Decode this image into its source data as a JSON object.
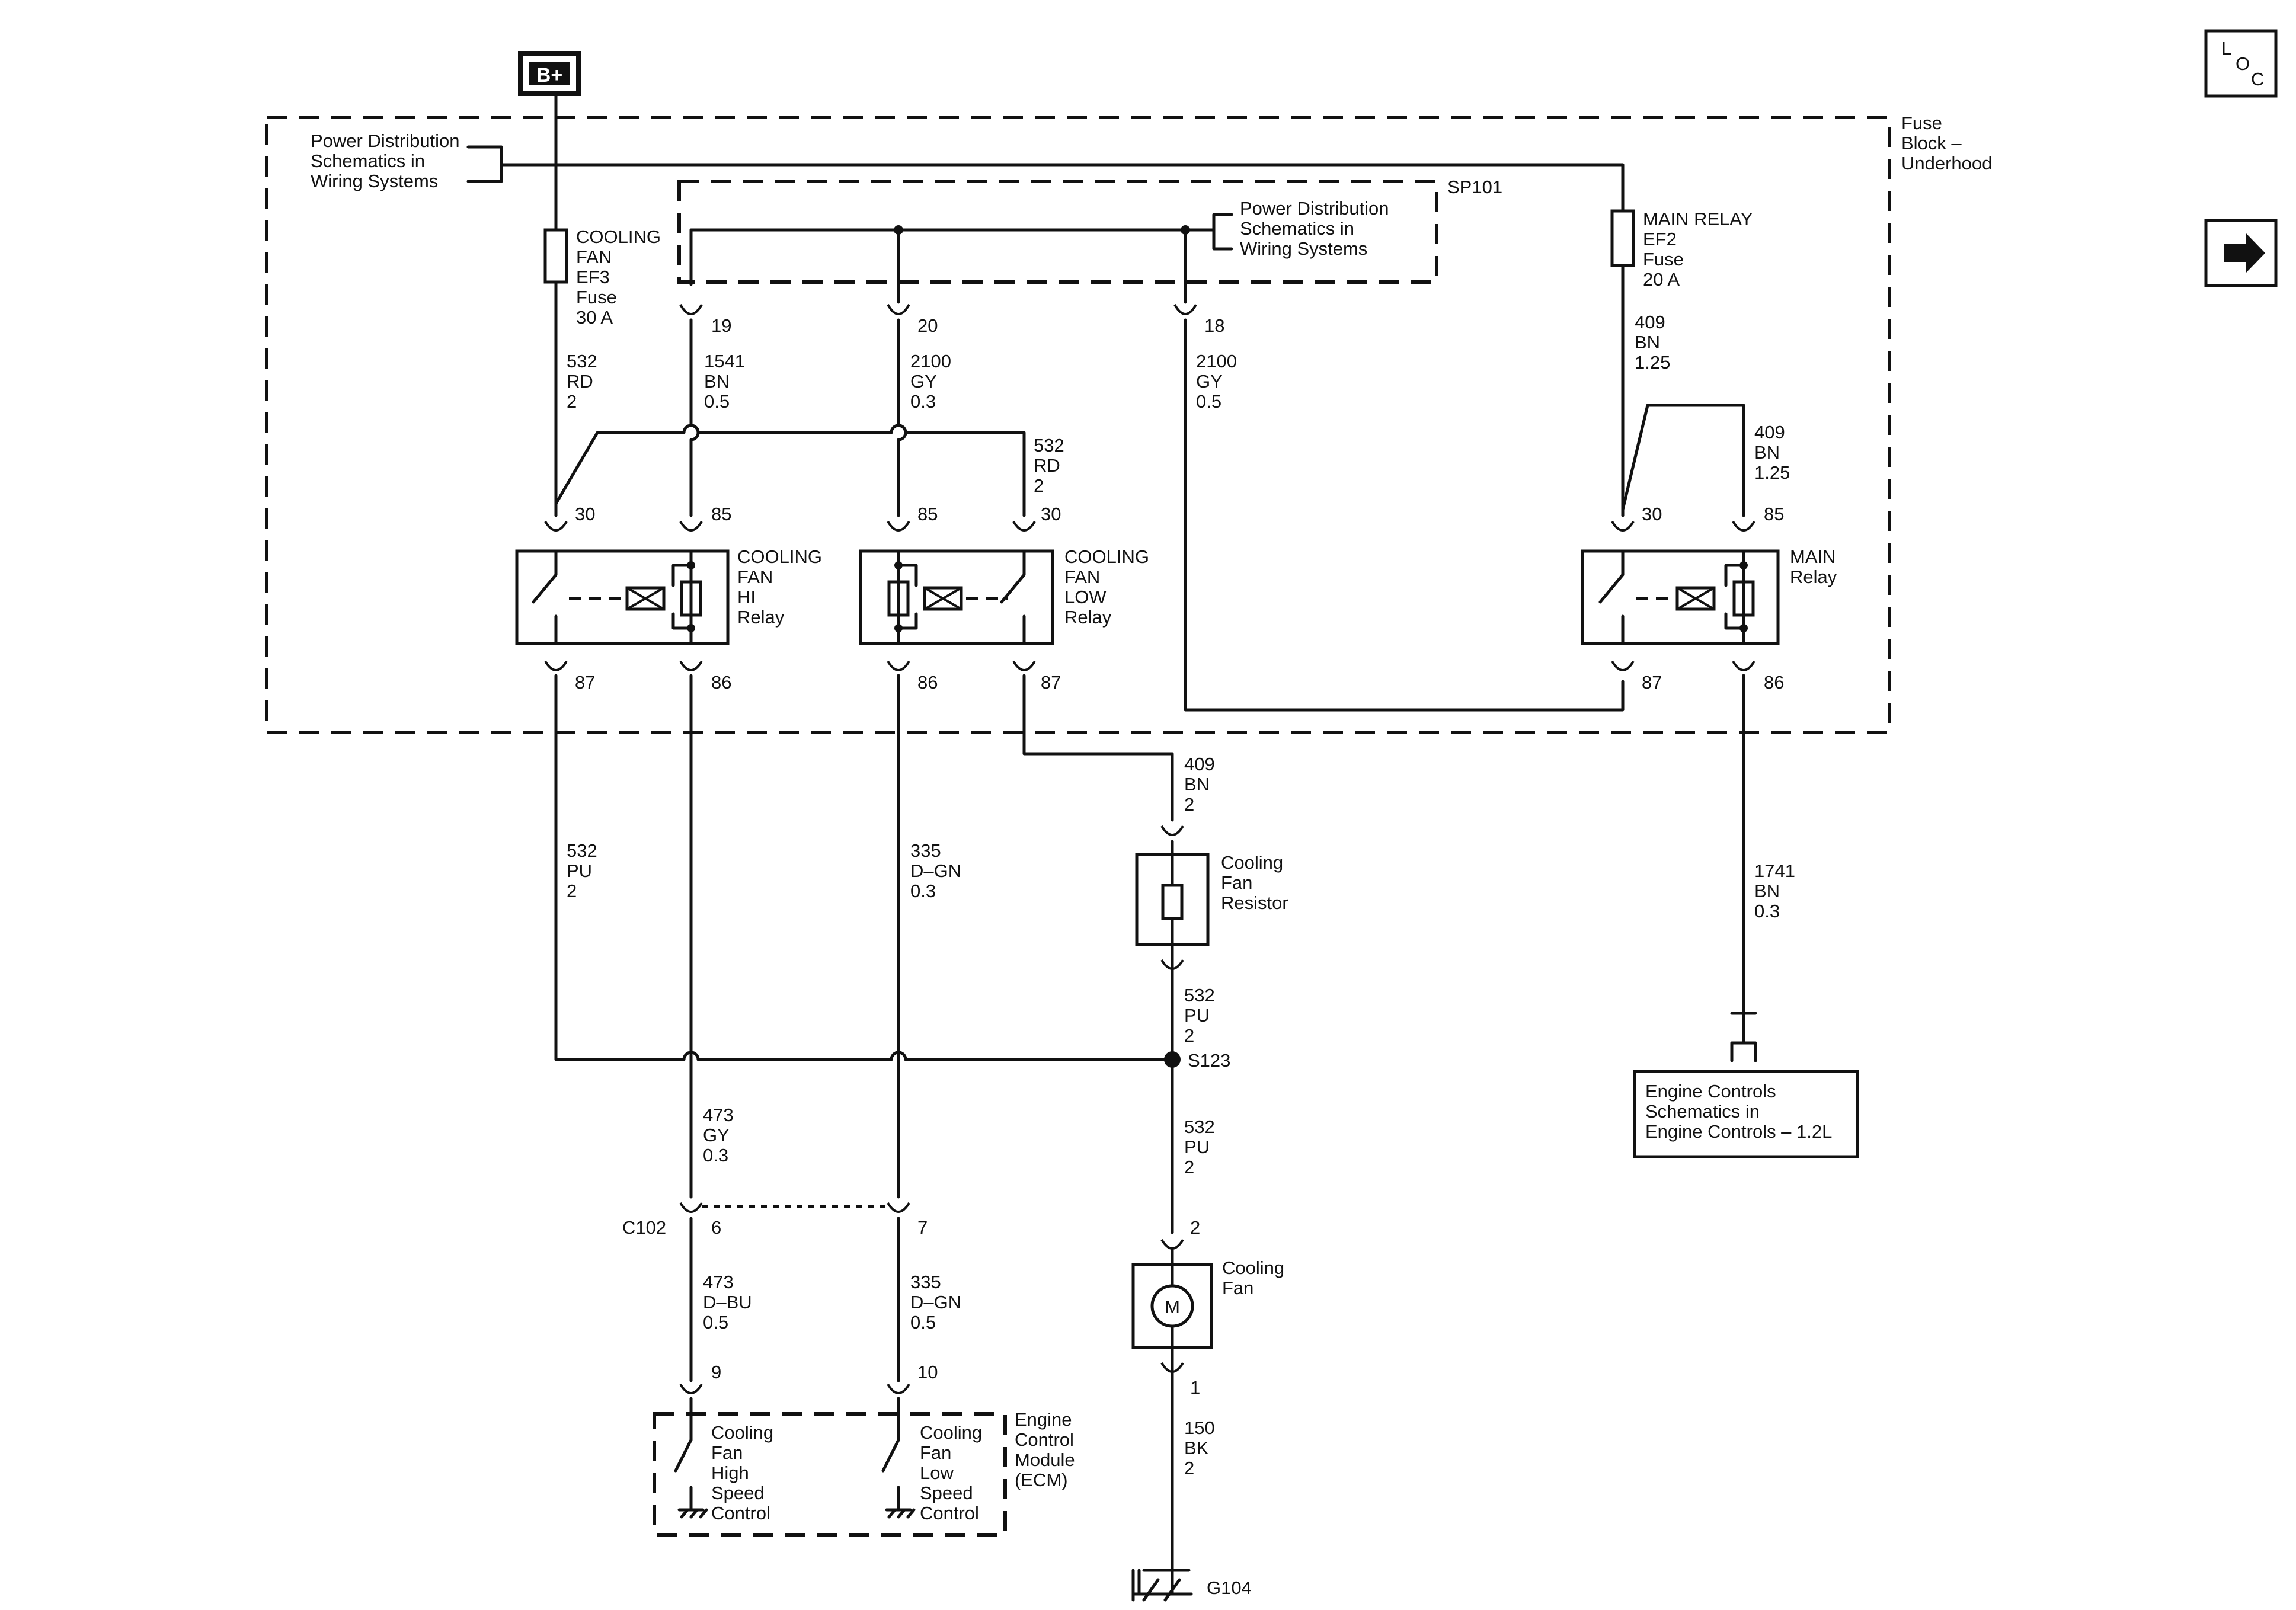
{
  "battery": {
    "label": "B+"
  },
  "nav": {
    "loc_letters": [
      "L",
      "O",
      "C"
    ],
    "next_icon": "arrow-right-icon"
  },
  "fuse_block": {
    "label": [
      "Fuse",
      "Block –",
      "Underhood"
    ]
  },
  "splice_pack": {
    "label": "SP101"
  },
  "ref_power_1": [
    "Power Distribution",
    "Schematics in",
    "Wiring Systems"
  ],
  "ref_power_2": [
    "Power Distribution",
    "Schematics in",
    "Wiring Systems"
  ],
  "fuse_ef3": [
    "COOLING",
    "FAN",
    "EF3",
    "Fuse",
    "30 A"
  ],
  "fuse_ef2": [
    "MAIN RELAY",
    "EF2",
    "Fuse",
    "20 A"
  ],
  "relay_hi": {
    "label": [
      "COOLING",
      "FAN",
      "HI",
      "Relay"
    ],
    "pins": [
      "30",
      "85",
      "87",
      "86"
    ]
  },
  "relay_low": {
    "label": [
      "COOLING",
      "FAN",
      "LOW",
      "Relay"
    ],
    "pins": [
      "85",
      "30",
      "86",
      "87"
    ]
  },
  "relay_main": {
    "label": [
      "MAIN",
      "Relay"
    ],
    "pins": [
      "30",
      "85",
      "87",
      "86"
    ]
  },
  "terminals": {
    "t19": "19",
    "t20": "20",
    "t18": "18"
  },
  "wires": {
    "w532_rd_2_a": [
      "532",
      "RD",
      "2"
    ],
    "w1541": [
      "1541",
      "BN",
      "0.5"
    ],
    "w2100_03": [
      "2100",
      "GY",
      "0.3"
    ],
    "w2100_05": [
      "2100",
      "GY",
      "0.5"
    ],
    "w409_a": [
      "409",
      "BN",
      "1.25"
    ],
    "w532_rd_2_b": [
      "532",
      "RD",
      "2"
    ],
    "w409_b": [
      "409",
      "BN",
      "1.25"
    ],
    "w409_c": [
      "409",
      "BN",
      "2"
    ],
    "w532_pu_a": [
      "532",
      "PU",
      "2"
    ],
    "w335_a": [
      "335",
      "D–GN",
      "0.3"
    ],
    "w1741": [
      "1741",
      "BN",
      "0.3"
    ],
    "w532_pu_b": [
      "532",
      "PU",
      "2"
    ],
    "w473_a": [
      "473",
      "GY",
      "0.3"
    ],
    "w532_pu_c": [
      "532",
      "PU",
      "2"
    ],
    "w473_b": [
      "473",
      "D–BU",
      "0.5"
    ],
    "w335_b": [
      "335",
      "D–GN",
      "0.5"
    ],
    "w150": [
      "150",
      "BK",
      "2"
    ]
  },
  "resistor": [
    "Cooling",
    "Fan",
    "Resistor"
  ],
  "splice": "S123",
  "connector": {
    "name": "C102",
    "pin_a": "6",
    "pin_b": "7"
  },
  "fan": {
    "label": [
      "Cooling",
      "Fan"
    ],
    "symbol": "M",
    "pin_top": "2",
    "pin_bottom": "1"
  },
  "ecm": {
    "label": [
      "Engine",
      "Control",
      "Module",
      "(ECM)"
    ],
    "pin_a": "9",
    "pin_b": "10",
    "hi_ctrl": [
      "Cooling",
      "Fan",
      "High",
      "Speed",
      "Control"
    ],
    "low_ctrl": [
      "Cooling",
      "Fan",
      "Low",
      "Speed",
      "Control"
    ]
  },
  "engine_ref": [
    "Engine Controls",
    "Schematics in",
    "Engine Controls – 1.2L"
  ],
  "ground": "G104"
}
